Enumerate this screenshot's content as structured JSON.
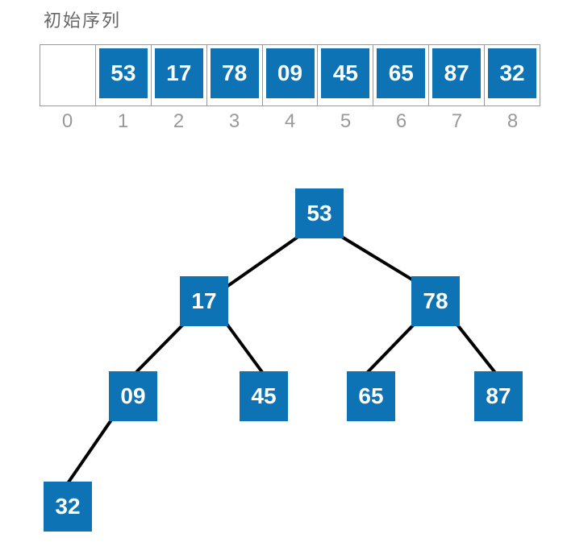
{
  "title": "初始序列",
  "colors": {
    "node_blue": "#0d73b4",
    "edge_black": "#000000",
    "cell_border": "#9a9a9a",
    "index_gray": "#999999",
    "title_gray": "#666666",
    "value_text": "#ffffff"
  },
  "array": {
    "cells": [
      "",
      "53",
      "17",
      "78",
      "09",
      "45",
      "65",
      "87",
      "32"
    ],
    "indices": [
      "0",
      "1",
      "2",
      "3",
      "4",
      "5",
      "6",
      "7",
      "8"
    ]
  },
  "tree": {
    "nodes": [
      {
        "label": "53"
      },
      {
        "label": "17"
      },
      {
        "label": "78"
      },
      {
        "label": "09"
      },
      {
        "label": "45"
      },
      {
        "label": "65"
      },
      {
        "label": "87"
      },
      {
        "label": "32"
      }
    ],
    "edges": [
      {
        "from": "53",
        "to": "17"
      },
      {
        "from": "53",
        "to": "78"
      },
      {
        "from": "17",
        "to": "09"
      },
      {
        "from": "17",
        "to": "45"
      },
      {
        "from": "78",
        "to": "65"
      },
      {
        "from": "78",
        "to": "87"
      },
      {
        "from": "09",
        "to": "32"
      }
    ]
  }
}
